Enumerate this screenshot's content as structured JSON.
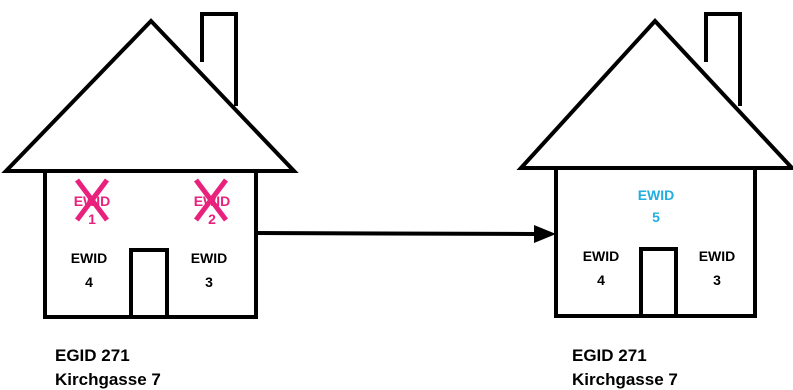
{
  "colors": {
    "outline": "#000000",
    "removed": "#e8217d",
    "new_unit": "#22aee0",
    "background": "#ffffff"
  },
  "arrow_direction": "left-to-right",
  "before": {
    "units_removed": [
      {
        "label": "EWID",
        "number": "1"
      },
      {
        "label": "EWID",
        "number": "2"
      }
    ],
    "unit_left": {
      "label": "EWID",
      "number": "4"
    },
    "unit_right": {
      "label": "EWID",
      "number": "3"
    },
    "egid": "EGID 271",
    "address": "Kirchgasse 7"
  },
  "after": {
    "unit_new": {
      "label": "EWID",
      "number": "5"
    },
    "unit_left": {
      "label": "EWID",
      "number": "4"
    },
    "unit_right": {
      "label": "EWID",
      "number": "3"
    },
    "egid": "EGID 271",
    "address": "Kirchgasse 7"
  }
}
